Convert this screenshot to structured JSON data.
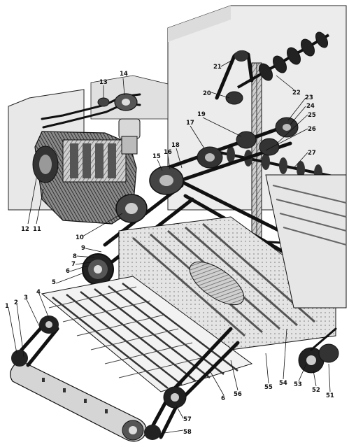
{
  "figure": {
    "callouts": [
      "1",
      "2",
      "3",
      "4",
      "5",
      "6",
      "7",
      "8",
      "9",
      "10",
      "11",
      "12",
      "13",
      "14",
      "15",
      "16",
      "17",
      "18",
      "19",
      "20",
      "21",
      "22",
      "23",
      "24",
      "25",
      "26",
      "27",
      "51",
      "52",
      "53",
      "54",
      "55",
      "56",
      "57",
      "58",
      "6"
    ]
  },
  "colors": {
    "ink": "#111111",
    "shade": "#bdbdbd",
    "paper": "#ffffff"
  }
}
